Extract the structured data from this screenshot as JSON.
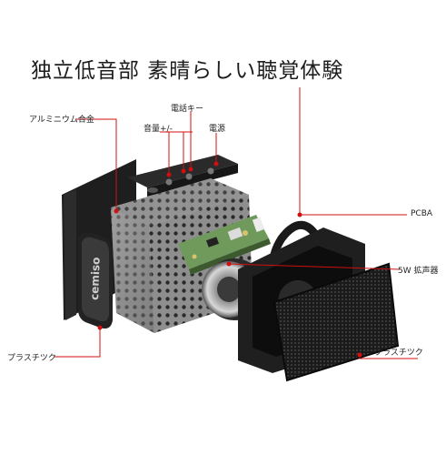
{
  "headline": "独立低音部  素晴らしい聴覚体験",
  "labels": {
    "aluminum": "アルミニウム合金",
    "call_key": "電話キー",
    "volume": "音量+/-",
    "power": "電源",
    "pcba": "PCBA",
    "speaker": "5W 拡声器",
    "plastic_left": "プラスチツク",
    "plastic_right": "プラスチツク"
  },
  "brand": "cemiso",
  "colors": {
    "callout": "#d01010",
    "text": "#222222"
  }
}
